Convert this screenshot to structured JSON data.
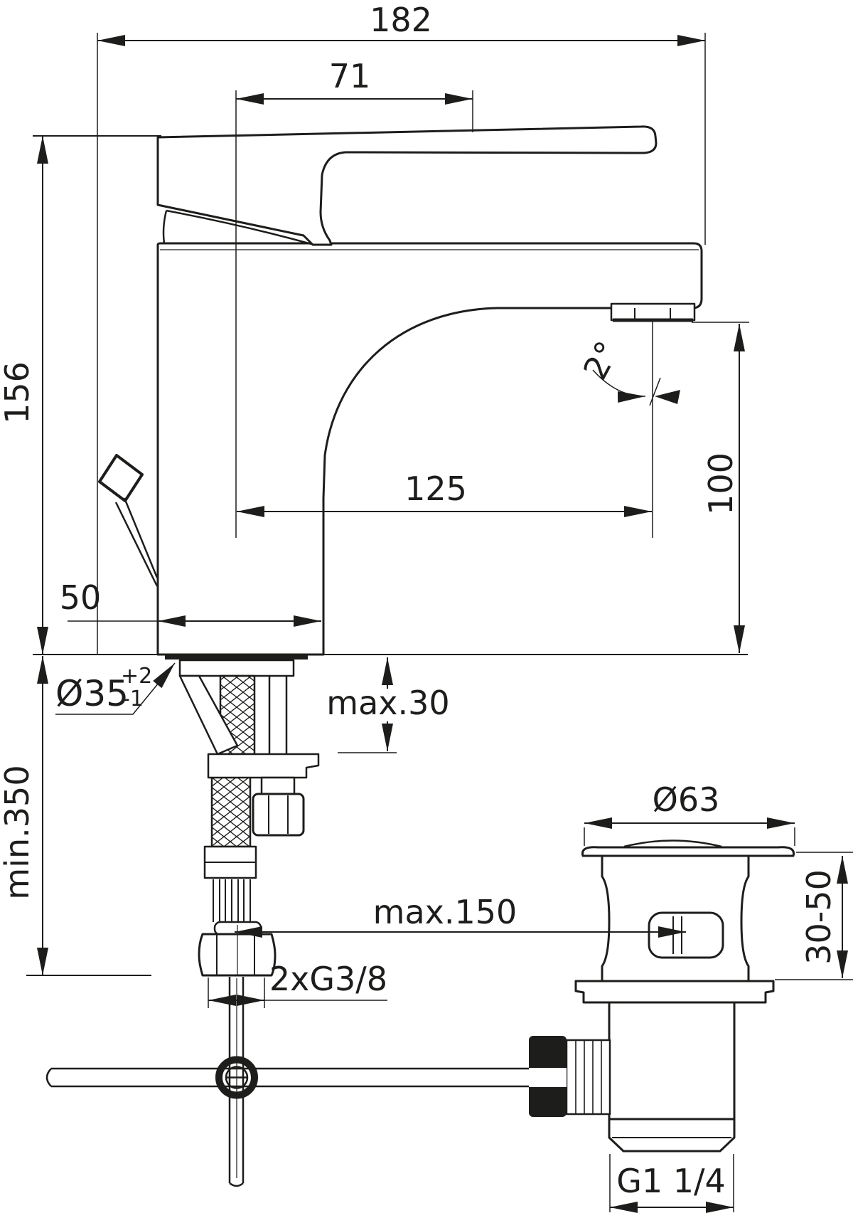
{
  "drawing_type": "technical dimensional drawing - single lever basin mixer tap with pop-up waste",
  "colors": {
    "line": "#1d1d1b",
    "background": "#ffffff"
  },
  "labels": {
    "overall_depth": "182",
    "handle_length": "71",
    "total_height": "156",
    "base_depth": "50",
    "spout_reach": "125",
    "outlet_height": "100",
    "spray_angle": "2°",
    "mount_hole_dia": "Ø35",
    "mount_hole_tol_upper": "+2",
    "mount_hole_tol_lower": "-1",
    "max_deck_thickness": "max.30",
    "min_clearance": "min.350",
    "waste_cap_dia": "Ø63",
    "waste_max_distance": "max.150",
    "supply_connection": "2xG3/8",
    "waste_deck_range": "30-50",
    "waste_thread": "G1 1/4"
  }
}
